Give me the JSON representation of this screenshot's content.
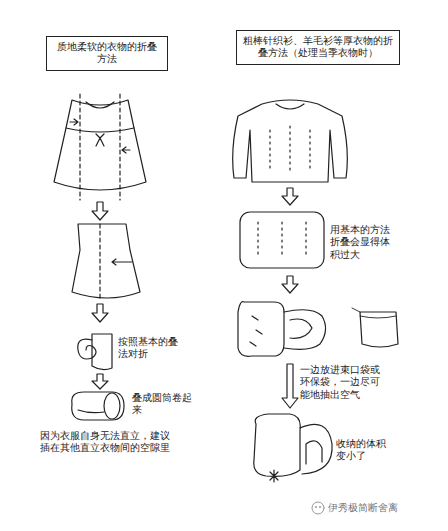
{
  "diagram": {
    "nodes": [
      {
        "text": [
          "质地柔软的衣物的折叠方法"
        ]
      },
      {
        "text": [
          "粗棒针织衫、羊毛衫等厚衣物的折叠方法（处理当季衣物时）"
        ]
      }
    ],
    "labels": [
      "按照基本的叠法对折",
      "叠成圆筒卷起来",
      "因为衣服自身无法直立，建议插在其他直立衣物间的空隙里",
      "用基本的方法折叠会显得体积过大",
      "一边放进束口袋或环保袋，一边尽可能地抽出空气",
      "收纳的体积变小了",
      "伊秀极简断舍离"
    ]
  }
}
